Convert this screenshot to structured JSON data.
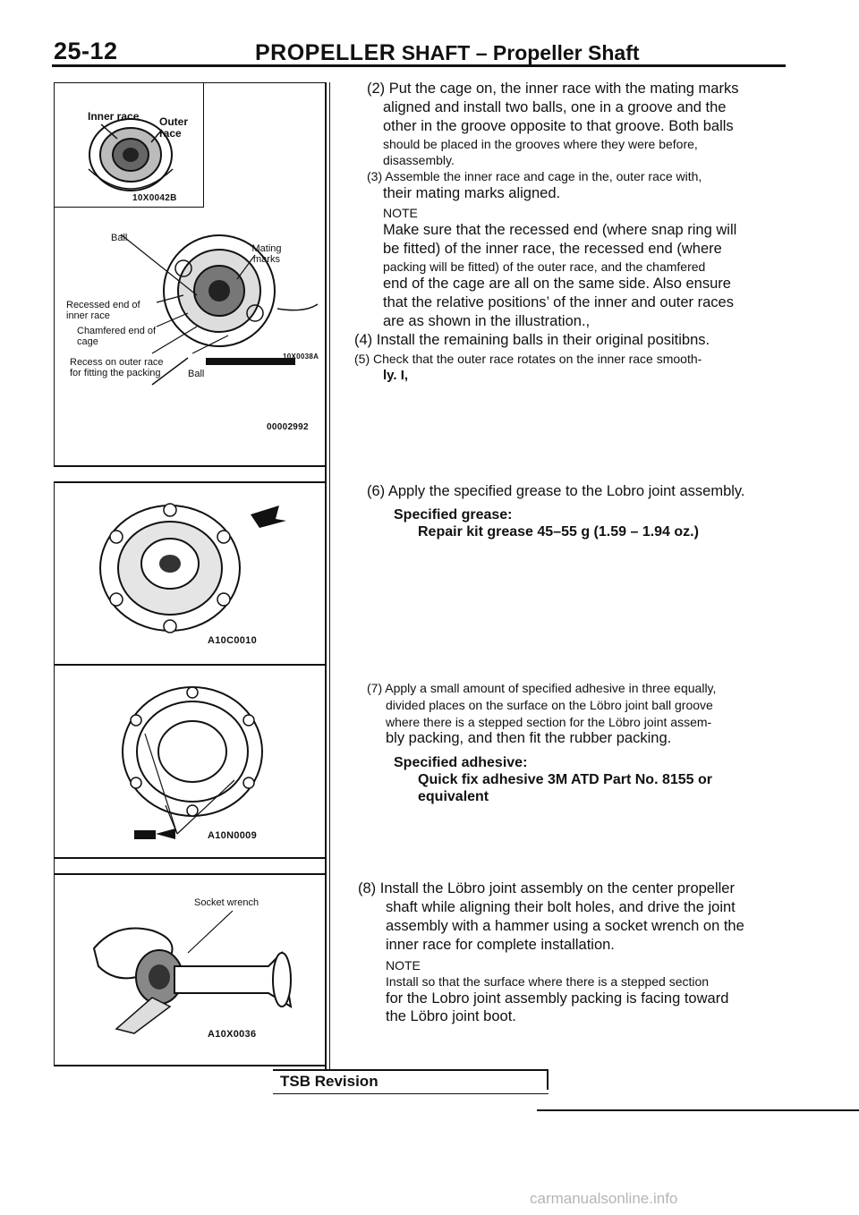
{
  "header": {
    "page_number": "25-12",
    "title_main": "PROPELLER",
    "title_rest": "SHAFT – Propeller Shaft"
  },
  "figures": {
    "fig1": {
      "code_small": "10X0042B",
      "inner_race": "Inner race",
      "outer_race": "Outer race",
      "ball_top": "Ball",
      "mating_marks": "Mating marks",
      "recessed_end": "Recessed end of inner race",
      "chamfered_end": "Chamfered end of cage",
      "recess_outer": "Recess on outer race for fitting the packing",
      "ball_bottom": "Ball",
      "code_mid": "10X0038A",
      "code_bottom": "00002992"
    },
    "fig2": {
      "code": "A10C0010"
    },
    "fig3": {
      "code": "A10N0009"
    },
    "fig4": {
      "label": "Socket wrench",
      "code": "A10X0036"
    }
  },
  "steps": {
    "s2_l1": "(2) Put the cage on, the inner race with the mating marks",
    "s2_l2": "aligned and install two balls, one in a groove and the",
    "s2_l3": "other in the groove opposite to that groove. Both balls",
    "s2_l4": "should be placed in the grooves where they were before,",
    "s2_l5": "disassembly.",
    "s3_l1": "(3) Assemble the inner race and cage in the, outer race with,",
    "s3_l2": "their    mating    marks    aligned.",
    "note1_label": "NOTE",
    "note1_l1": "Make sure that the recessed end (where snap ring will",
    "note1_l2": "be fitted) of the inner race, the recessed end (where",
    "note1_l3": "packing will be fitted) of the outer race, and the chamfered",
    "note1_l4": "end of the cage are all on the same side. Also ensure",
    "note1_l5": "that the relative positions’ of the inner and outer races",
    "note1_l6": "are as shown in the illustration.,",
    "s4_l1": "(4) Install the remaining balls in their original positibns.",
    "s5_l1": "(5) Check that the outer race rotates on the inner race smooth-",
    "s5_l2": "ly.                                    I,",
    "s6_l1": "(6) Apply the specified grease to the Lobro joint assembly.",
    "s6_spec_label": "Specified   grease:",
    "s6_spec_value": "Repair kit grease 45–55 g (1.59 – 1.94 oz.)",
    "s7_l1": "(7) Apply a small amount of specified adhesive in three equally,",
    "s7_l2": "divided places on the surface on the Löbro joint ball groove",
    "s7_l3": "where there is a stepped section for the Löbro joint assem-",
    "s7_l4": "bly packing, and then fit the rubber packing.",
    "s7_spec_label": "Specified adhesive:",
    "s7_spec_l1": "Quick fix adhesive 3M ATD Part No. 8155 or",
    "s7_spec_l2": "equivalent",
    "s8_l1": "(8) Install the Löbro joint assembly on the center propeller",
    "s8_l2": "shaft while aligning their bolt holes, and drive the joint",
    "s8_l3": "assembly with a hammer using a socket wrench on the",
    "s8_l4": "inner race for complete installation.",
    "note2_label": "NOTE",
    "note2_l1": "Install so that the surface where there is a stepped section",
    "note2_l2": "for the Lobro joint assembly packing is facing toward",
    "note2_l3": "the Löbro joint boot."
  },
  "footer": {
    "tsb": "TSB Revision",
    "watermark": "carmanualsonline.info"
  }
}
